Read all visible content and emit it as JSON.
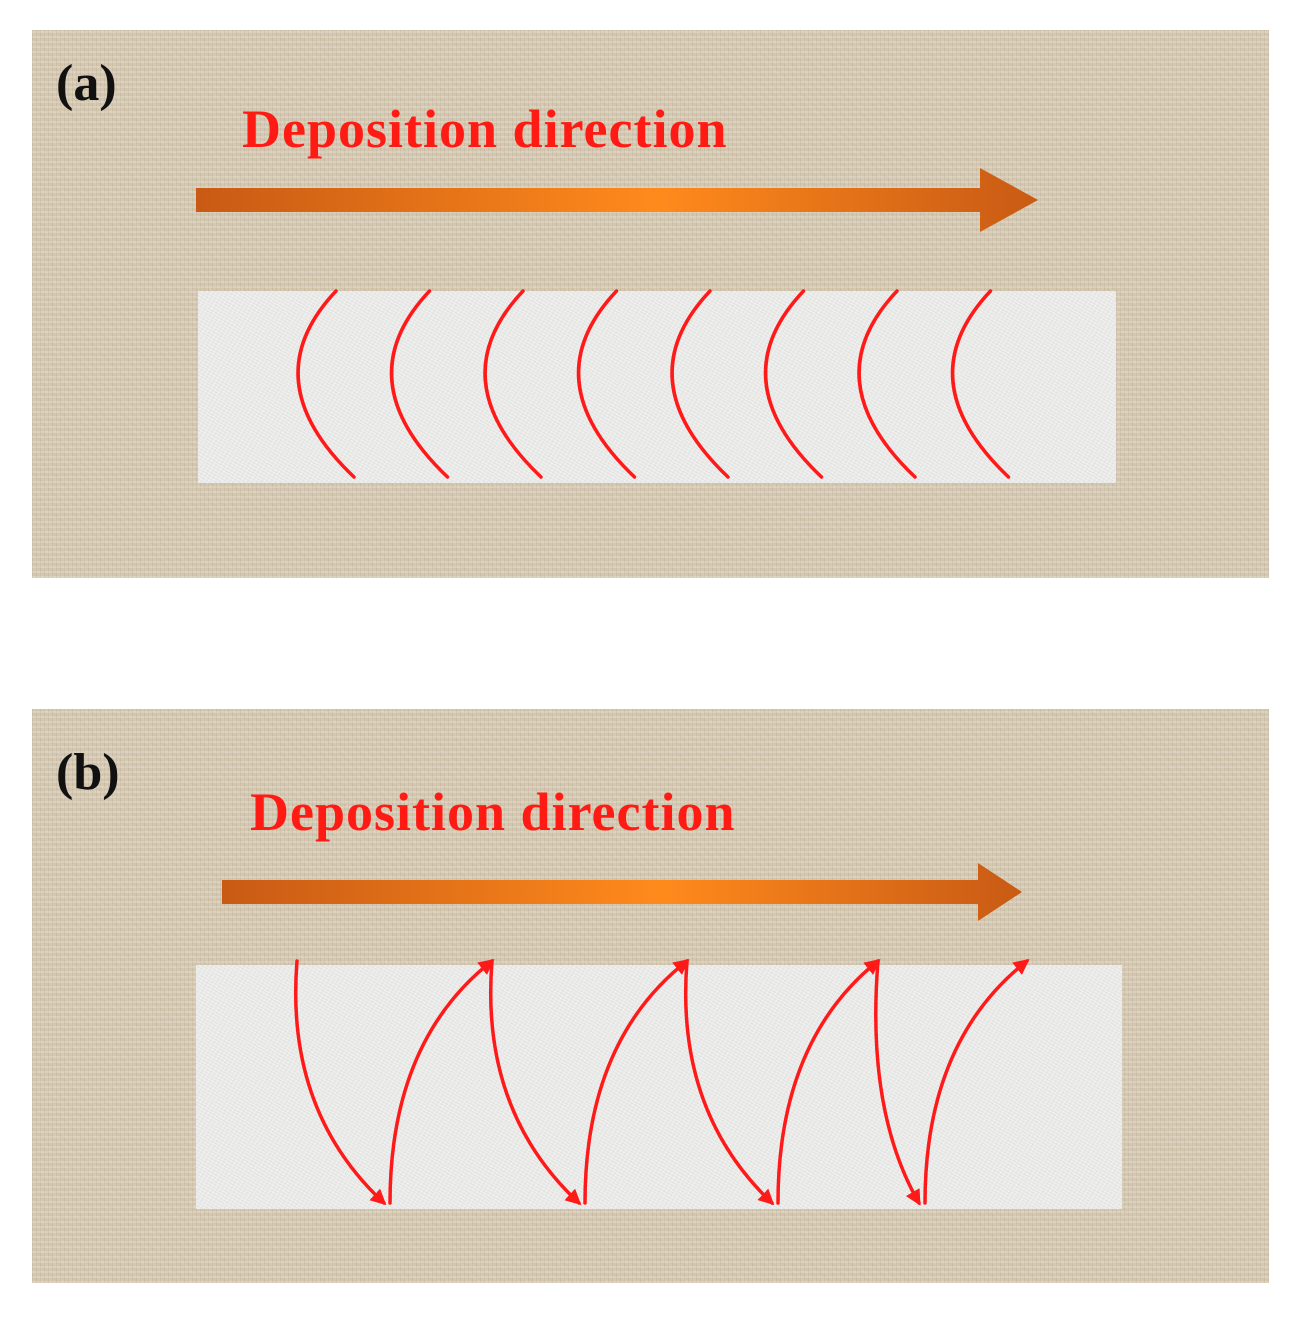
{
  "panels": [
    {
      "label": "(a)",
      "title": "Deposition direction",
      "pattern": "unidirectional arcs",
      "arc_count": 8
    },
    {
      "label": "(b)",
      "title": "Deposition direction",
      "pattern": "zigzag arrows",
      "arrow_count": 8
    }
  ],
  "colors": {
    "background_texture": "#d3c6ae",
    "specimen": "#ebebea",
    "title_text": "#ff1a14",
    "stroke": "#ff1a1a",
    "arrow_dark": "#c85a14",
    "arrow_light": "#ff8a1c",
    "label_text": "#111111"
  }
}
